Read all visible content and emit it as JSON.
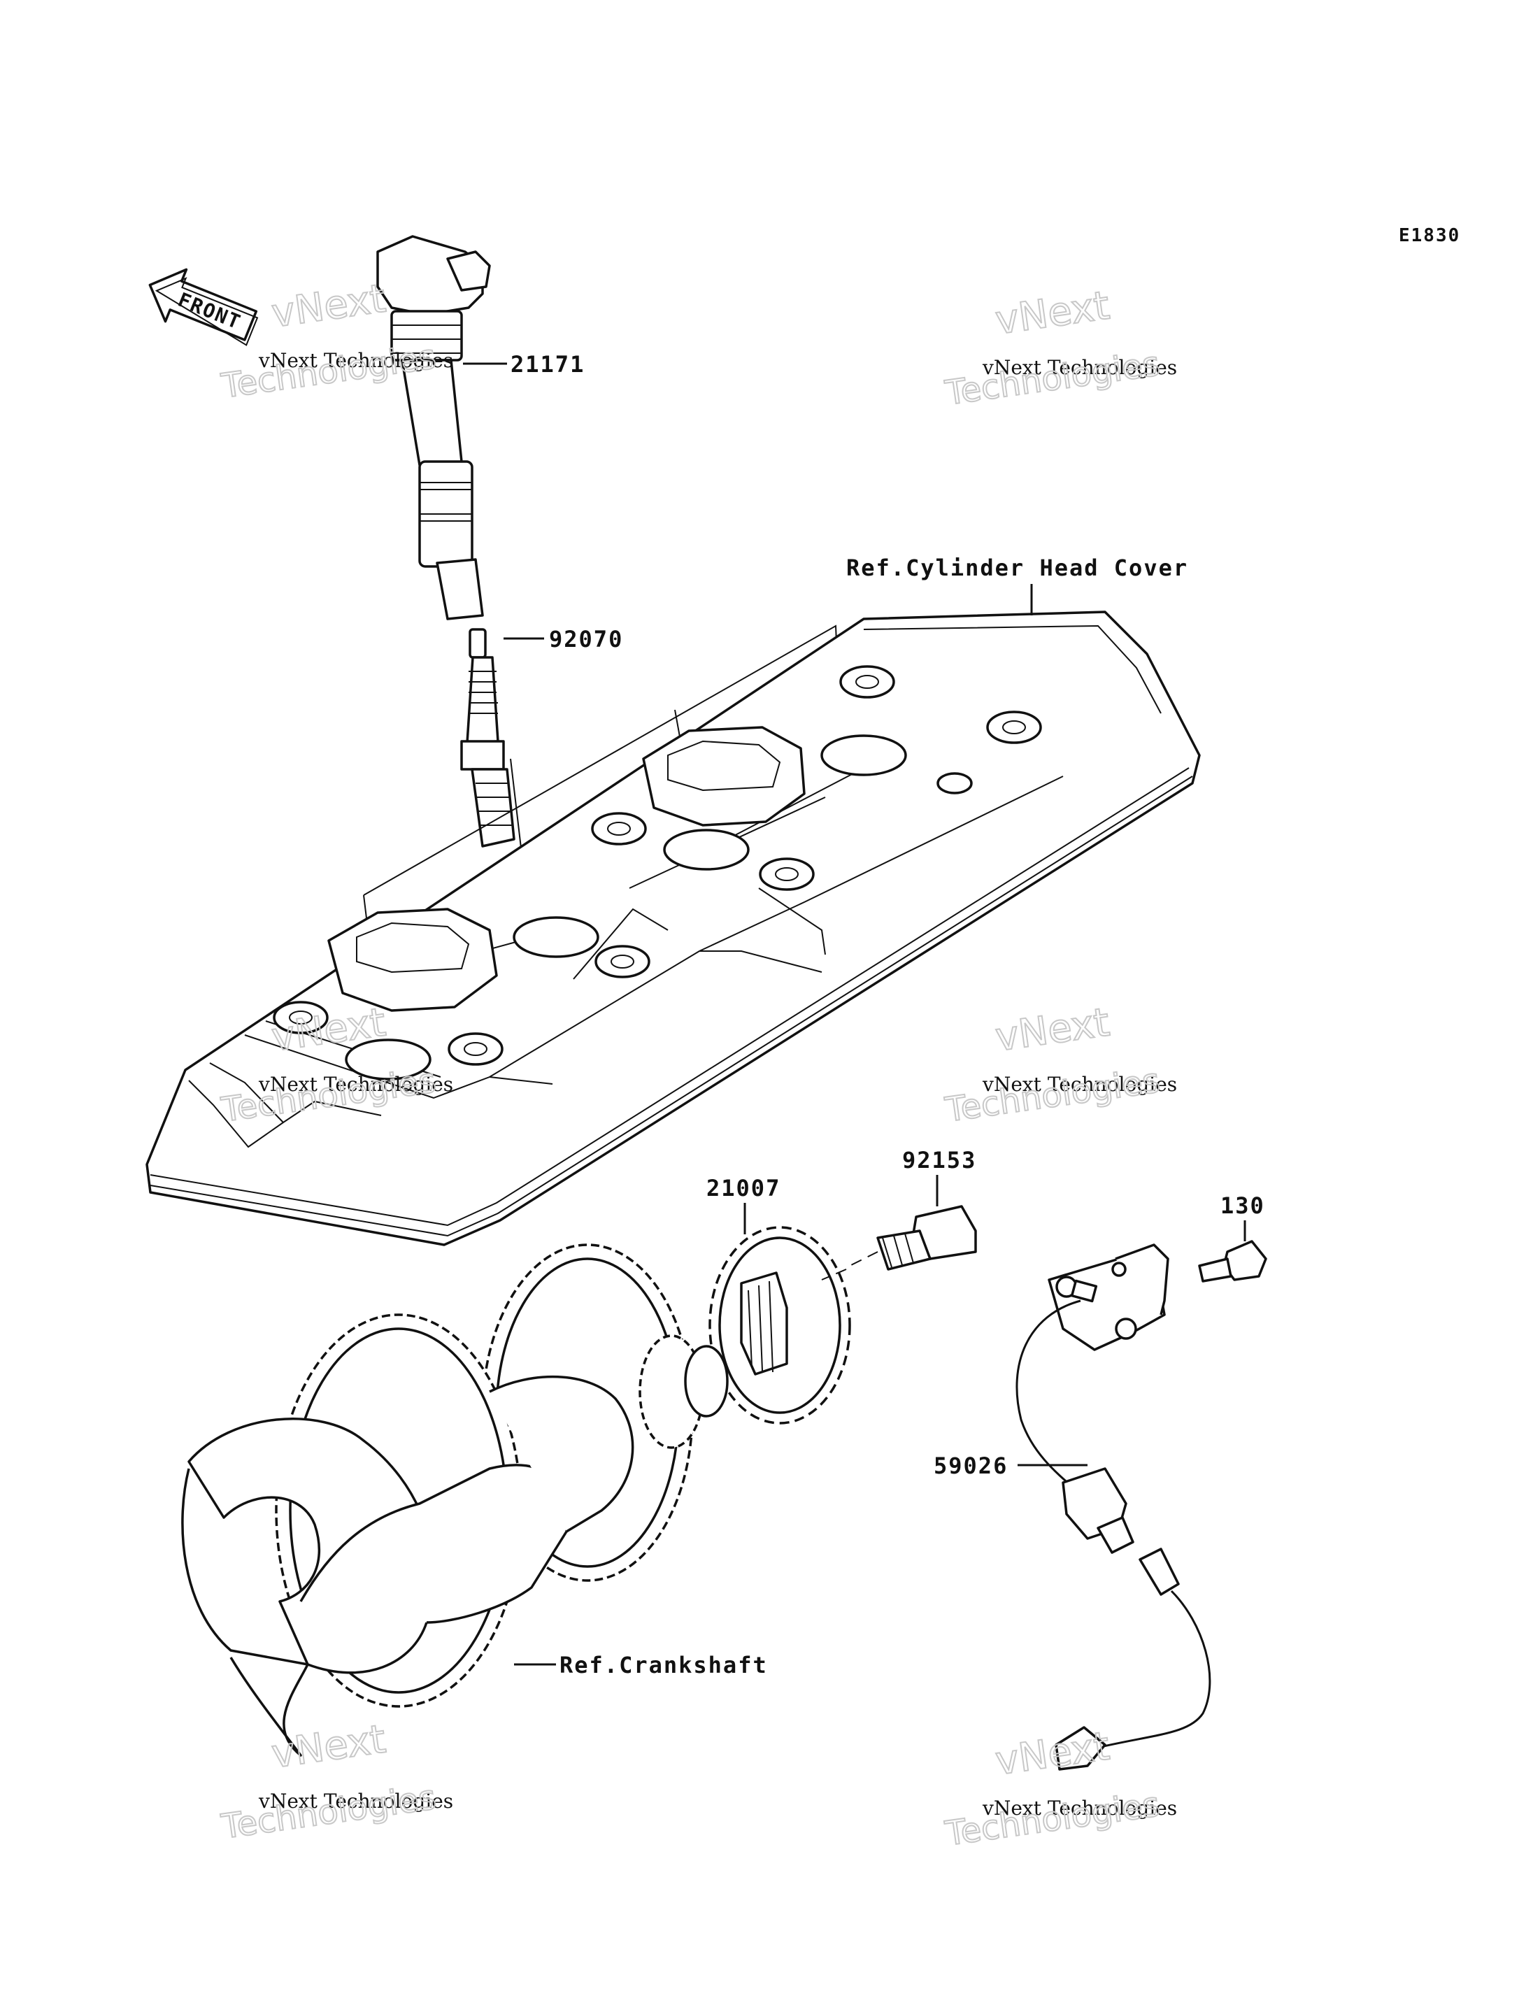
{
  "diagram_code": "E1830",
  "front_arrow_label": "FRONT",
  "watermark": {
    "line_top": "vNext",
    "line_mid": "vNext Technologies",
    "line_bottom": "Technologies"
  },
  "parts": [
    {
      "id": "21171"
    },
    {
      "id": "92070"
    },
    {
      "id": "21007"
    },
    {
      "id": "92153"
    },
    {
      "id": "130"
    },
    {
      "id": "59026"
    }
  ],
  "references": {
    "cylinder_head_cover": "Ref.Cylinder Head Cover",
    "crankshaft": "Ref.Crankshaft"
  }
}
